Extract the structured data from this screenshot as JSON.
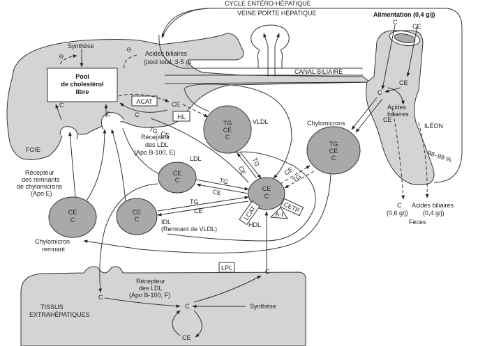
{
  "title": "Métabolisme du cholestérol et des lipoprotéines",
  "labels": {
    "cycle": "CYCLE ENTÉRO-HÉPATIQUE",
    "veine": "VEINE PORTE HÉPATIQUE",
    "alimentation": "Alimentation (0,4 g/j)",
    "canal": "CANAL BILIAIRE",
    "synthese_foie": "Synthèse",
    "acides_biliaires_1": "Acides biliaires",
    "acides_biliaires_2": "(pool total, 3-5 g)",
    "pool_1": "Pool",
    "pool_2": "de cholestérol",
    "pool_3": "libre",
    "acat": "ACAT",
    "hl": "HL",
    "foie": "FOIE",
    "ldl_rec_1": "Récepteur",
    "ldl_rec_2": "des LDL",
    "ldl_rec_3": "(Apo B-100, E)",
    "remn_rec_1": "Récepteur",
    "remn_rec_2": "des remnants",
    "remn_rec_3": "de chylomicrons",
    "remn_rec_4": "(Apo E)",
    "chylo_remnant_1": "Chylomicron",
    "chylo_remnant_2": "remnant",
    "vldl": "VLDL",
    "ldl": "LDL",
    "idl_1": "IDL",
    "idl_2": "(Remnant de VLDL)",
    "hdl": "HDL",
    "lcat": "LCAT",
    "cetp": "CETP",
    "apo_a1": "A-I",
    "chylomicrons": "Chylomicrons",
    "ileon": "ILÉON",
    "reabsorption": "98–99 %",
    "acides_ileon_1": "Acides",
    "acides_ileon_2": "biliaires",
    "feces_c_1": "C",
    "feces_c_2": "(0,6 g/j)",
    "feces_ab_1": "Acides biliaires",
    "feces_ab_2": "(0,4 g/j)",
    "feces": "Fèces",
    "lpl": "LPL",
    "tissus_1": "TISSUS",
    "tissus_2": "EXTRAHÉPATIQUES",
    "ldl_rec_ext_1": "Récepteur",
    "ldl_rec_ext_2": "des LDL",
    "ldl_rec_ext_3": "(Apo B-100, F)",
    "synthese_tissu": "Synthèse",
    "inhibition": "⊖"
  },
  "particles": {
    "vldl": [
      "TG",
      "CE",
      "C"
    ],
    "chylomicron": [
      "TG",
      "CE",
      "C"
    ],
    "ldl": [
      "CE",
      "C"
    ],
    "idl": [
      "CE",
      "C"
    ],
    "hdl": [
      "CE",
      "C"
    ],
    "remnant": [
      "CE",
      "C"
    ]
  },
  "flows": {
    "C": "C",
    "CE": "CE",
    "TG": "TG",
    "TG_CE": "TG, CE"
  }
}
